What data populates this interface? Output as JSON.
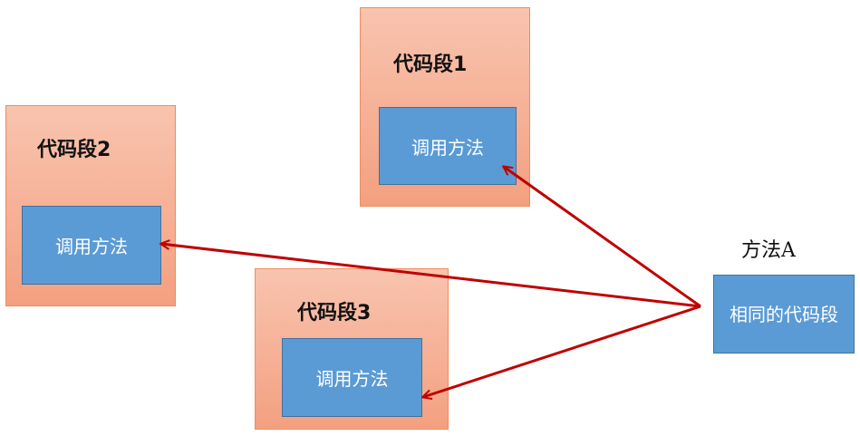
{
  "segments": [
    {
      "title": "代码段1",
      "call_label": "调用方法"
    },
    {
      "title": "代码段2",
      "call_label": "调用方法"
    },
    {
      "title": "代码段3",
      "call_label": "调用方法"
    }
  ],
  "method": {
    "name": "方法A",
    "body": "相同的代码段"
  },
  "colors": {
    "segment_fill": "#f6b096",
    "segment_border": "#f08c5e",
    "call_fill": "#5b9bd5",
    "call_border": "#41719c",
    "arrow": "#c00000"
  }
}
